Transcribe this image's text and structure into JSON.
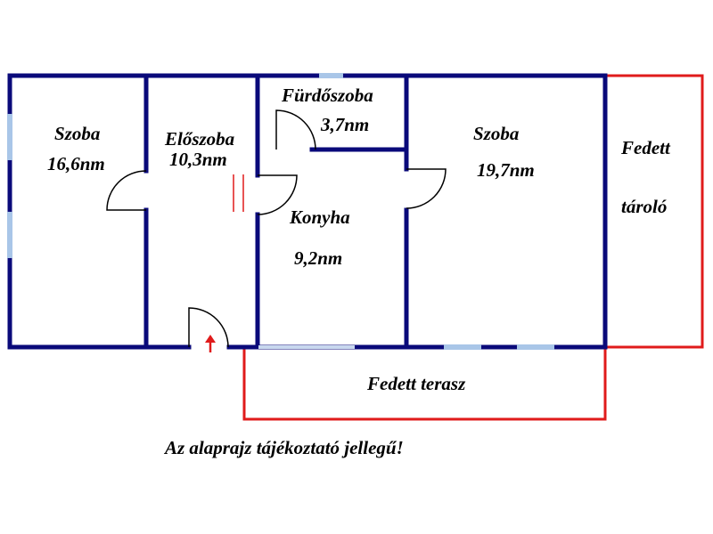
{
  "rooms": {
    "szoba_left": {
      "name": "Szoba",
      "area": "16,6nm"
    },
    "eloszoba": {
      "name": "Előszoba",
      "area": "10,3nm"
    },
    "furdoszoba": {
      "name": "Fürdőszoba",
      "area": "3,7nm"
    },
    "konyha": {
      "name": "Konyha",
      "area": "9,2nm"
    },
    "szoba_right": {
      "name": "Szoba",
      "area": "19,7nm"
    },
    "tarolo": {
      "name_line1": "Fedett",
      "name_line2": "tároló"
    },
    "terasz": {
      "name": "Fedett terasz"
    }
  },
  "note": "Az alaprajz tájékoztató jellegű!",
  "colors": {
    "wall": "#0a0a7a",
    "covered_outline": "#e01b1b",
    "window": "#a9c6e8",
    "entrance_arrow": "#e01b1b"
  }
}
